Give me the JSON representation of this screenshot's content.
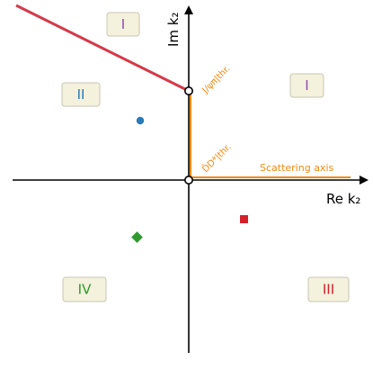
{
  "axes": {
    "x_label": "Re k₂",
    "y_label": "Im k₂"
  },
  "thresholds": {
    "upper_label": "J/ψπ|thr.",
    "lower_label": "D̄D*|thr."
  },
  "scattering_axis_label": "Scattering axis",
  "regions": [
    {
      "label": "I",
      "color": "#8a4bad"
    },
    {
      "label": "II",
      "color": "#2a7ab5"
    },
    {
      "label": "I",
      "color": "#8a4bad"
    },
    {
      "label": "IV",
      "color": "#2e9a2e"
    },
    {
      "label": "III",
      "color": "#d4202c"
    }
  ],
  "colors": {
    "cut": "#d43a4a",
    "threshold": "#f28a12",
    "region_fill": "#f4f1dc",
    "region_border": "#c9c6b4",
    "circle_pole": "#2a7ab5",
    "diamond_pole": "#2e9a2e",
    "square_pole": "#d4202c"
  }
}
